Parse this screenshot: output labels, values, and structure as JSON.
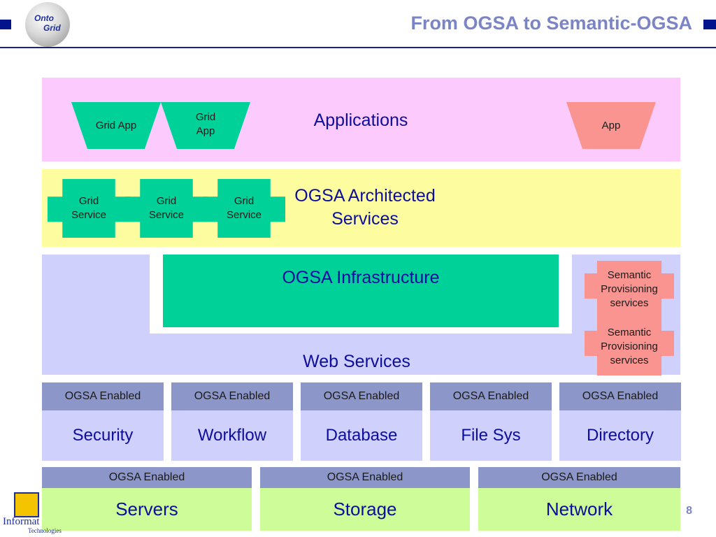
{
  "slide": {
    "title": "From OGSA to Semantic-OGSA",
    "page_number": "8",
    "logo_top": {
      "line1": "Onto",
      "line2": "Grid"
    },
    "logo_bottom": {
      "line1": "Informat",
      "line2": "Technologies"
    }
  },
  "colors": {
    "applications_band": "#fccafc",
    "architected_band": "#fdfc9f",
    "infrastructure_band": "#cfd1fc",
    "green_shape": "#00d199",
    "salmon_shape": "#fa9490",
    "enabled_header": "#8d96c8",
    "resource_body": "#cdfc98",
    "label_blue": "#0d0d9e"
  },
  "diagram": {
    "applications": {
      "title": "Applications",
      "apps": [
        {
          "label": "Grid App"
        },
        {
          "label": "Grid\nApp"
        },
        {
          "label": "App"
        }
      ]
    },
    "architected_services": {
      "title": "OGSA Architected\nServices",
      "grid_services": [
        {
          "label": "Grid\nService"
        },
        {
          "label": "Grid\nService"
        },
        {
          "label": "Grid\nService"
        }
      ]
    },
    "infrastructure": {
      "title": "OGSA Infrastructure"
    },
    "web_services": {
      "title": "Web Services"
    },
    "semantic_provisioning": [
      {
        "label": "Semantic\nProvisioning\nservices"
      },
      {
        "label": "Semantic\nProvisioning\nservices"
      }
    ],
    "enabled_services": [
      {
        "header": "OGSA Enabled",
        "label": "Security"
      },
      {
        "header": "OGSA Enabled",
        "label": "Workflow"
      },
      {
        "header": "OGSA Enabled",
        "label": "Database"
      },
      {
        "header": "OGSA Enabled",
        "label": "File Sys"
      },
      {
        "header": "OGSA Enabled",
        "label": "Directory"
      }
    ],
    "resources": [
      {
        "header": "OGSA Enabled",
        "label": "Servers"
      },
      {
        "header": "OGSA Enabled",
        "label": "Storage"
      },
      {
        "header": "OGSA Enabled",
        "label": "Network"
      }
    ]
  }
}
